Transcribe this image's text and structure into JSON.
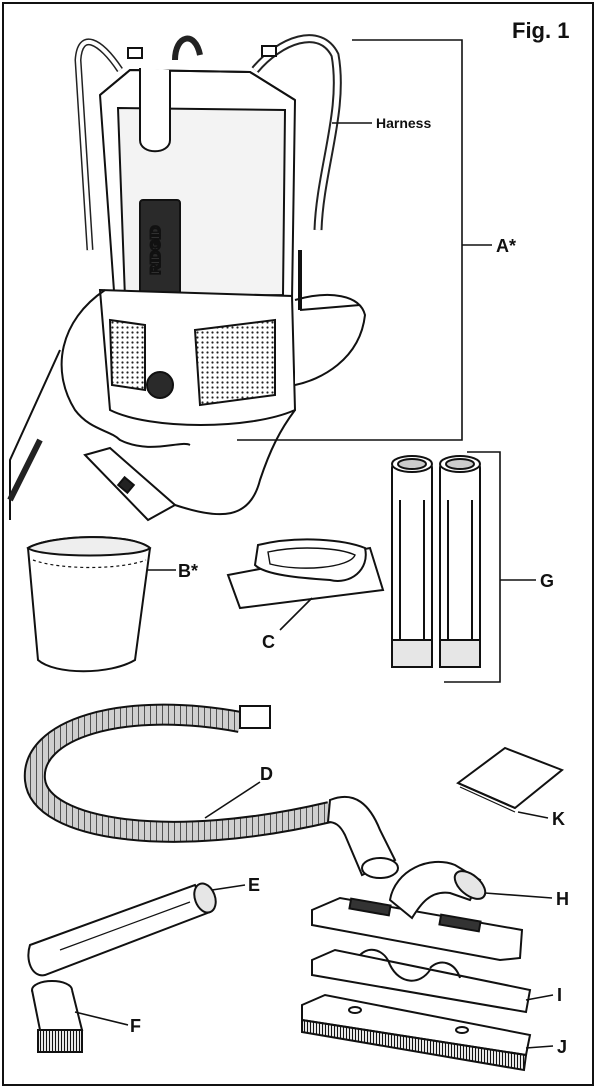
{
  "figure": {
    "title": "Fig. 1",
    "brand": "RIDGID",
    "labels": {
      "harness": "Harness",
      "a": "A*",
      "b": "B*",
      "c": "C",
      "d": "D",
      "e": "E",
      "f": "F",
      "g": "G",
      "h": "H",
      "i": "I",
      "j": "J",
      "k": "K"
    }
  },
  "colors": {
    "ink": "#111111",
    "paper": "#ffffff",
    "shade": "#d9d9d9",
    "dark": "#2a2a2a"
  }
}
